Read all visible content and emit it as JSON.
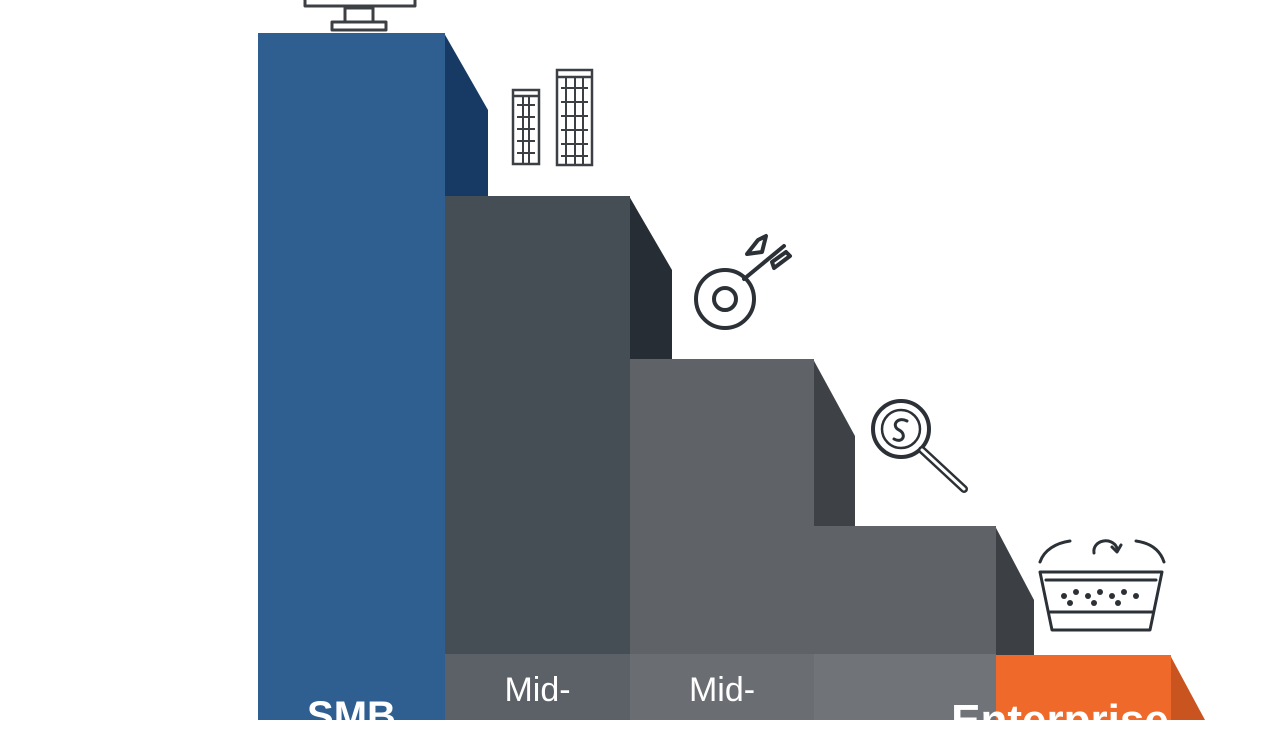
{
  "steps": [
    {
      "label": "SMB",
      "color": "#2f5f91",
      "side_color": "#163a63",
      "band_color": "#2f5f91"
    },
    {
      "label": "Mid-",
      "color": "#454d55",
      "side_color": "#262d34",
      "band_color": "#5c6167"
    },
    {
      "label": "Mid-",
      "color": "#5f6367",
      "side_color": "#3e4246",
      "band_color": "#6a6e72"
    },
    {
      "label": "",
      "color": "#5f6367",
      "side_color": "#3c4044",
      "band_color": "#707478"
    },
    {
      "label": "Enterprise",
      "color": "#ef6a2a",
      "side_color": "#c9541f",
      "band_color": "#ef6a2a"
    }
  ],
  "icons": [
    {
      "name": "monitor-icon"
    },
    {
      "name": "buildings-icon"
    },
    {
      "name": "target-arrow-icon"
    },
    {
      "name": "magnifier-icon"
    },
    {
      "name": "basket-icon"
    }
  ]
}
